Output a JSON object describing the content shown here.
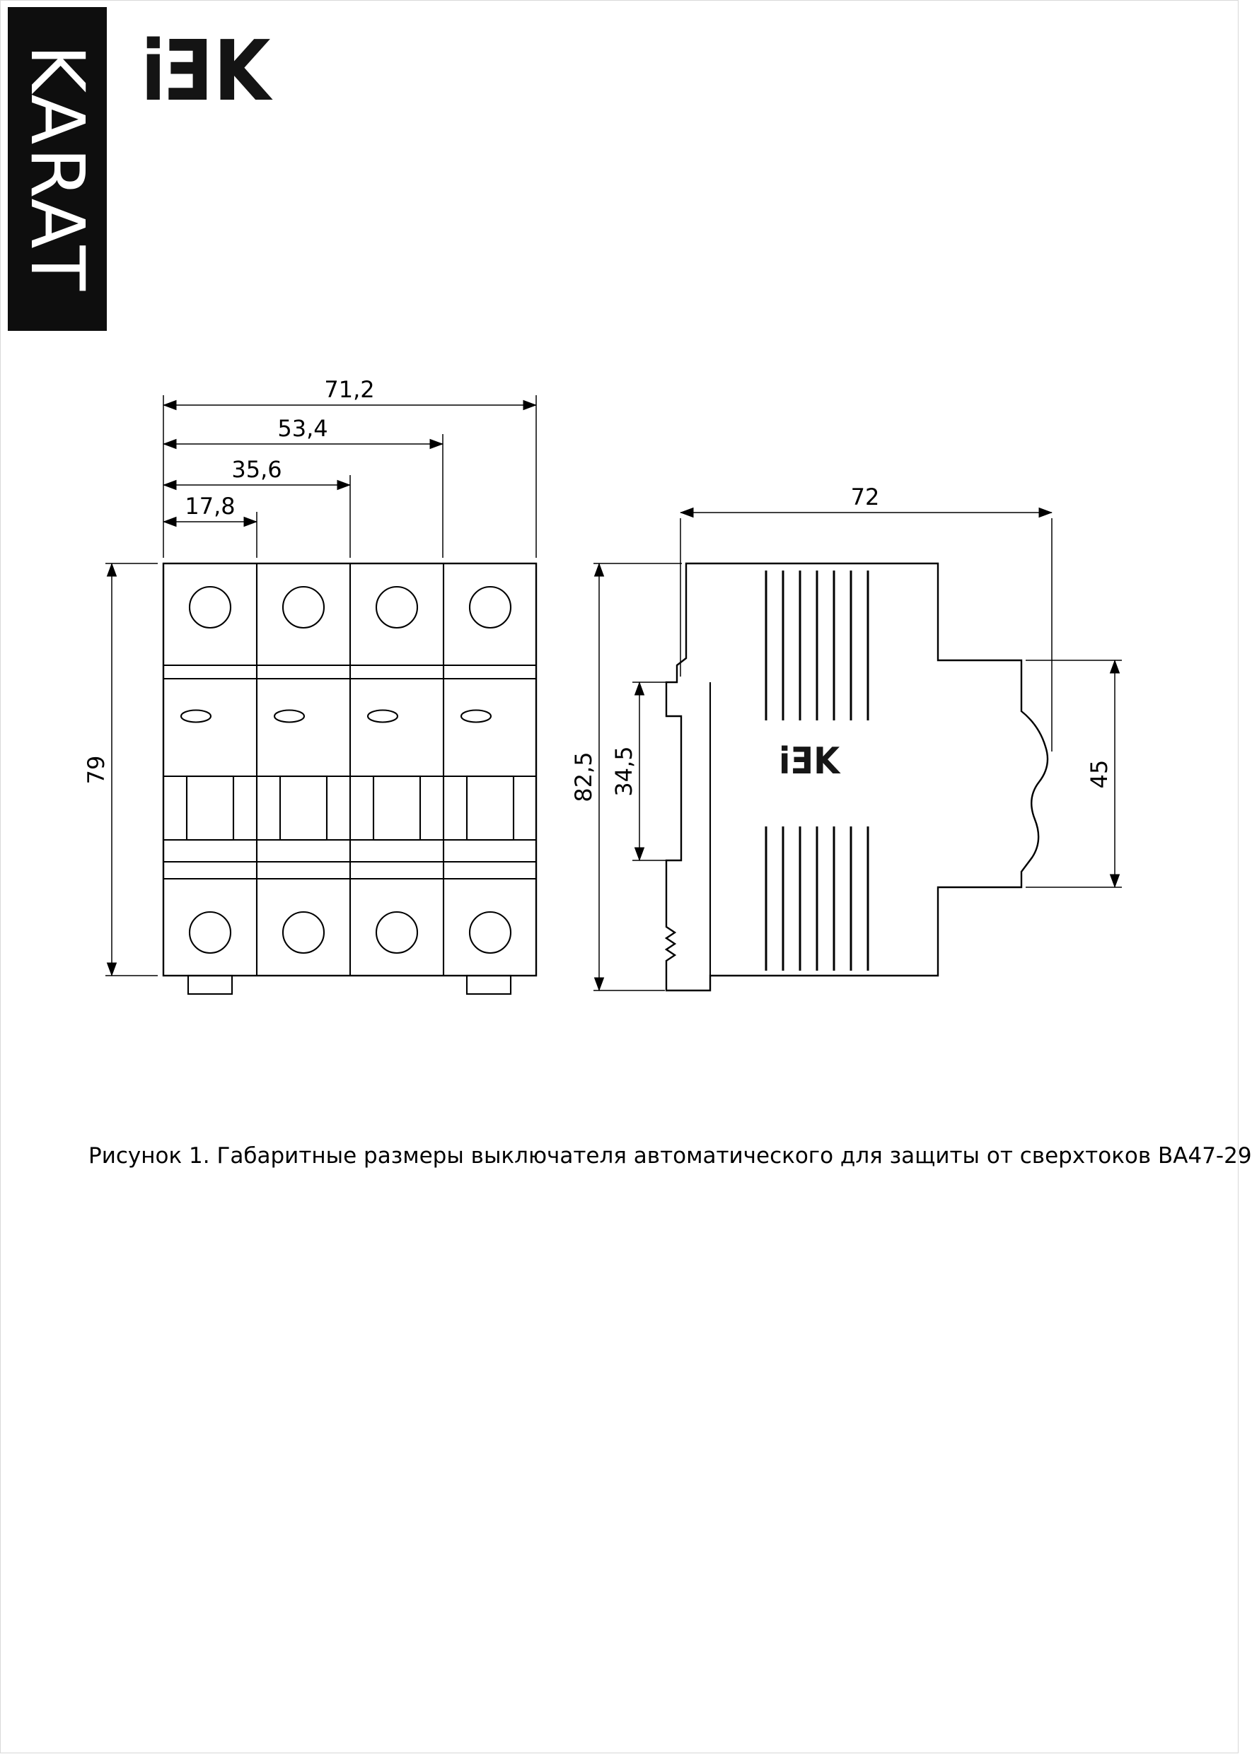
{
  "brand": {
    "karat": "KARAT",
    "iek_letters": [
      "i",
      "E",
      "K"
    ]
  },
  "front_view_dims": {
    "width_total": "71,2",
    "width_3_modules": "53,4",
    "width_2_modules": "35,6",
    "width_1_module": "17,8",
    "height": "79"
  },
  "side_view_dims": {
    "depth": "72",
    "height_total": "82,5",
    "din_recess_height": "34,5",
    "front_face_height": "45"
  },
  "figure_caption": "Рисунок 1. Габаритные размеры выключателя автоматического для защиты от сверхтоков ВА47-29"
}
